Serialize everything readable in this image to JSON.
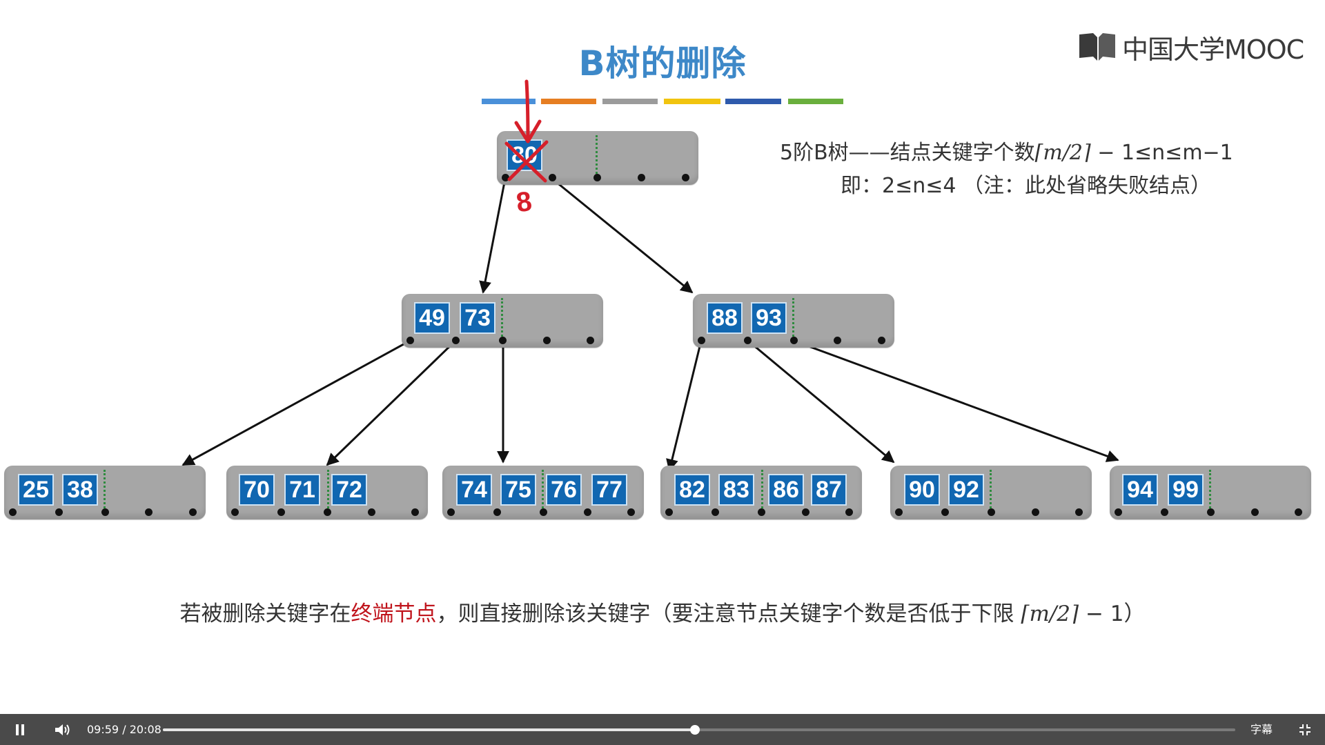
{
  "slide": {
    "title": "B树的删除",
    "logo_text": "中国大学MOOC",
    "desc_line1_prefix": "5阶B树——结点关键字个数",
    "desc_line1_math": "⌈m/2⌉",
    "desc_line1_suffix": " − 1≤n≤m−1",
    "desc_line2": "即：2≤n≤4 （注：此处省略失败结点）",
    "annotation_mark": "8",
    "caption_prefix": "若被删除关键字在",
    "caption_highlight": "终端节点",
    "caption_middle": "，则直接删除该关键字（要注意节点关键字个数是否低于下限 ",
    "caption_math": "⌈m/2⌉",
    "caption_suffix": " − 1）",
    "colors": {
      "title": "#3d88c8",
      "highlight": "#c0141c",
      "key_fill": "#1167b1",
      "node_fill": "#a6a6a6",
      "strike": "#d61f2a",
      "bars": [
        "#4a90d9",
        "#e67e22",
        "#9b9b9b",
        "#f1c40f",
        "#2e5aac",
        "#6aaf3d"
      ]
    }
  },
  "tree": {
    "root": {
      "keys": [
        "80"
      ],
      "deleted": true
    },
    "level1": [
      {
        "keys": [
          "49",
          "73"
        ]
      },
      {
        "keys": [
          "88",
          "93"
        ]
      }
    ],
    "leaves": [
      {
        "keys": [
          "25",
          "38"
        ]
      },
      {
        "keys": [
          "70",
          "71",
          "72"
        ]
      },
      {
        "keys": [
          "74",
          "75",
          "76",
          "77"
        ]
      },
      {
        "keys": [
          "82",
          "83",
          "86",
          "87"
        ]
      },
      {
        "keys": [
          "90",
          "92"
        ]
      },
      {
        "keys": [
          "94",
          "99"
        ]
      }
    ]
  },
  "player": {
    "current_time": "09:59",
    "separator": "/",
    "duration": "20:08",
    "progress": 0.496,
    "subtitle_label": "字幕",
    "icons": [
      "pause-icon",
      "volume-icon",
      "fullscreen-exit-icon"
    ]
  }
}
